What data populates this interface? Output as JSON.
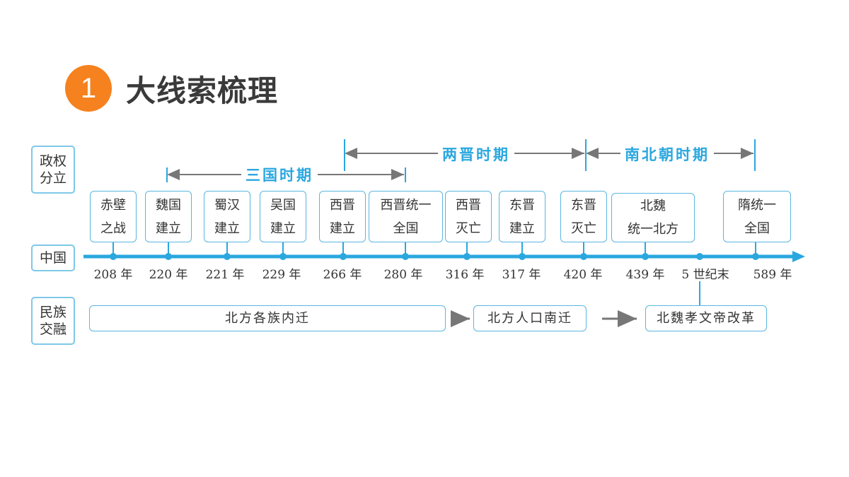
{
  "section": {
    "number": "1",
    "title": "大线索梳理"
  },
  "side_labels": {
    "politics": "政权\n分立",
    "china": "中国",
    "ethnic": "民族\n交融"
  },
  "periods": {
    "three_kingdoms": "三国时期",
    "two_jin": "两晋时期",
    "southern_northern": "南北朝时期"
  },
  "events": [
    {
      "text": "赤壁\n之战",
      "year": "208 年"
    },
    {
      "text": "魏国\n建立",
      "year": "220 年"
    },
    {
      "text": "蜀汉\n建立",
      "year": "221 年"
    },
    {
      "text": "吴国\n建立",
      "year": "229 年"
    },
    {
      "text": "西晋\n建立",
      "year": "266 年"
    },
    {
      "text": "西晋统一\n全国",
      "year": "280 年"
    },
    {
      "text": "西晋\n灭亡",
      "year": "316 年"
    },
    {
      "text": "东晋\n建立",
      "year": "317 年"
    },
    {
      "text": "东晋\n灭亡",
      "year": "420 年"
    },
    {
      "text": "北魏\n统一北方",
      "year": "439 年"
    },
    {
      "text": "",
      "year": "5 世纪末"
    },
    {
      "text": "隋统一\n全国",
      "year": "589 年"
    }
  ],
  "ethnic_events": {
    "migration": "北方各族内迁",
    "south_migration": "北方人口南迁",
    "reform": "北魏孝文帝改革"
  },
  "colors": {
    "accent": "#f5821f",
    "timeline": "#2aa7df",
    "border": "#5ab6e0",
    "arrow": "#777777"
  }
}
